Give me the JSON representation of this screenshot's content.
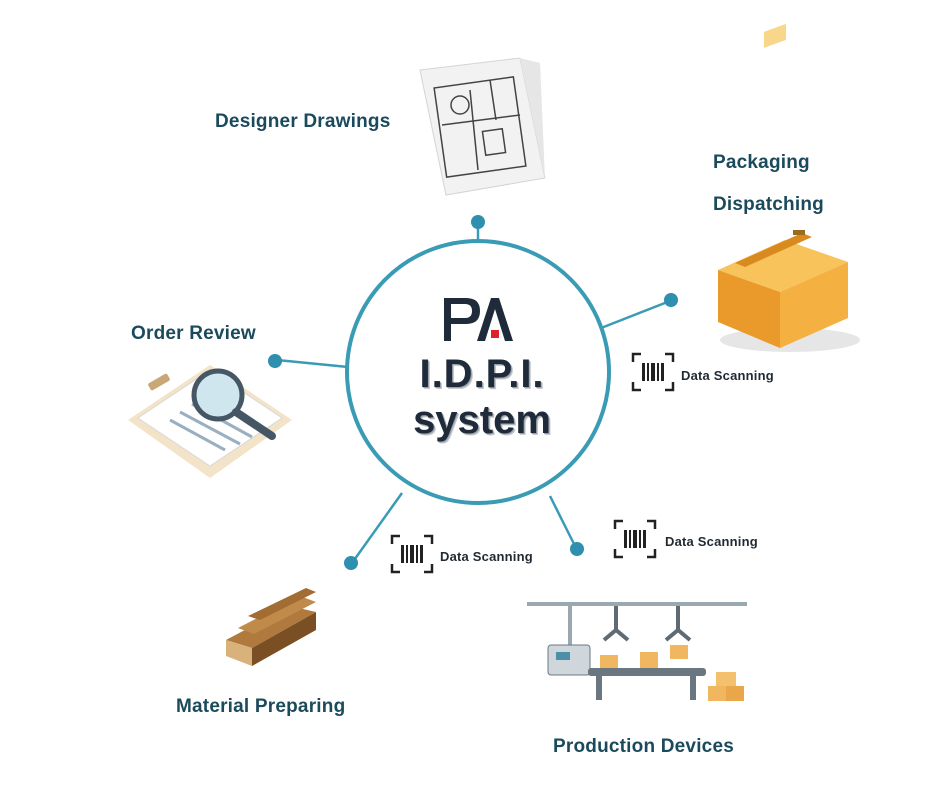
{
  "center": {
    "logo": "PA",
    "title_line1": "I.D.P.I.",
    "title_line2": "system"
  },
  "nodes": {
    "designer_drawings": "Designer Drawings",
    "packaging": "Packaging",
    "dispatching": "Dispatching",
    "order_review": "Order Review",
    "material_preparing": "Material Preparing",
    "production_devices": "Production Devices"
  },
  "scan_labels": {
    "right": "Data Scanning",
    "bottom_left": "Data Scanning",
    "bottom_right": "Data Scanning"
  },
  "colors": {
    "ring": "#3a9bb5",
    "dot": "#2e8fae",
    "label": "#1a4a5c",
    "logo_accent": "#e01f2a",
    "box": "#f0a93a"
  }
}
